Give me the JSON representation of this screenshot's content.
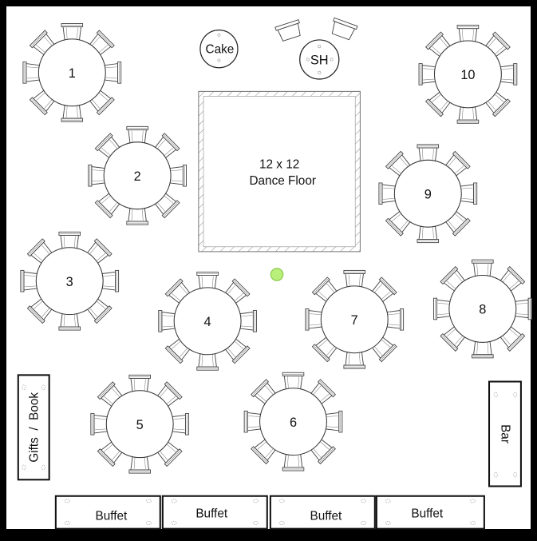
{
  "layout_title": "Wedding Reception Floor Plan",
  "tables": [
    {
      "id": "table-1",
      "label": "1",
      "seats": 8
    },
    {
      "id": "table-2",
      "label": "2",
      "seats": 8
    },
    {
      "id": "table-3",
      "label": "3",
      "seats": 8
    },
    {
      "id": "table-4",
      "label": "4",
      "seats": 8
    },
    {
      "id": "table-5",
      "label": "5",
      "seats": 8
    },
    {
      "id": "table-6",
      "label": "6",
      "seats": 8
    },
    {
      "id": "table-7",
      "label": "7",
      "seats": 8
    },
    {
      "id": "table-8",
      "label": "8",
      "seats": 8
    },
    {
      "id": "table-9",
      "label": "9",
      "seats": 8
    },
    {
      "id": "table-10",
      "label": "10",
      "seats": 8
    }
  ],
  "cake_table": {
    "label": "Cake"
  },
  "sweetheart_table": {
    "label": "SH",
    "seats": 2
  },
  "dance_floor": {
    "line1": "12 x 12",
    "line2": "Dance Floor"
  },
  "gifts_table": {
    "label": "Gifts  /  Book"
  },
  "bar": {
    "label": "Bar"
  },
  "buffets": [
    {
      "label": "Buffet"
    },
    {
      "label": "Buffet"
    },
    {
      "label": "Buffet"
    },
    {
      "label": "Buffet"
    }
  ],
  "marker": {
    "type": "green-dot",
    "color": "#b9f07c"
  }
}
